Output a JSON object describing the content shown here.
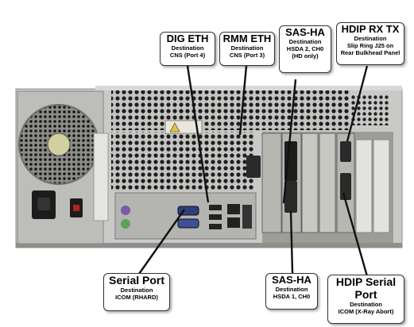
{
  "callouts": {
    "dig_eth": {
      "title": "DIG ETH",
      "dest": "Destination",
      "detail": "CNS  (Port 4)"
    },
    "rmm_eth": {
      "title": "RMM ETH",
      "dest": "Destination",
      "detail": "CNS  (Port 3)"
    },
    "sas_ha_top": {
      "title": "SAS-HA",
      "dest": "Destination",
      "detail1": "HSDA 2,  CH0",
      "detail2": "(HD only)"
    },
    "hdip_rx_tx": {
      "title": "HDIP RX TX",
      "dest": "Destination",
      "detail1": "Slip Ring  J25 on",
      "detail2": "Rear Bulkhead Panel"
    },
    "serial_port": {
      "title": "Serial Port",
      "dest": "Destination",
      "detail": "ICOM  (RHARD)"
    },
    "sas_ha_bottom": {
      "title": "SAS-HA",
      "dest": "Destination",
      "detail": "HSDA 1,  CH0"
    },
    "hdip_serial": {
      "title1": "HDIP Serial",
      "title2": "Port",
      "dest": "Destination",
      "detail": "ICOM  (X-Ray Abort)"
    }
  },
  "colors": {
    "chassis": "#c9c9c7",
    "dark": "#2a2a2a",
    "port_blue": "#3d4f96",
    "port_green": "#5fa05a",
    "port_purple": "#7b5aa6",
    "slot": "#b7b7b2"
  }
}
